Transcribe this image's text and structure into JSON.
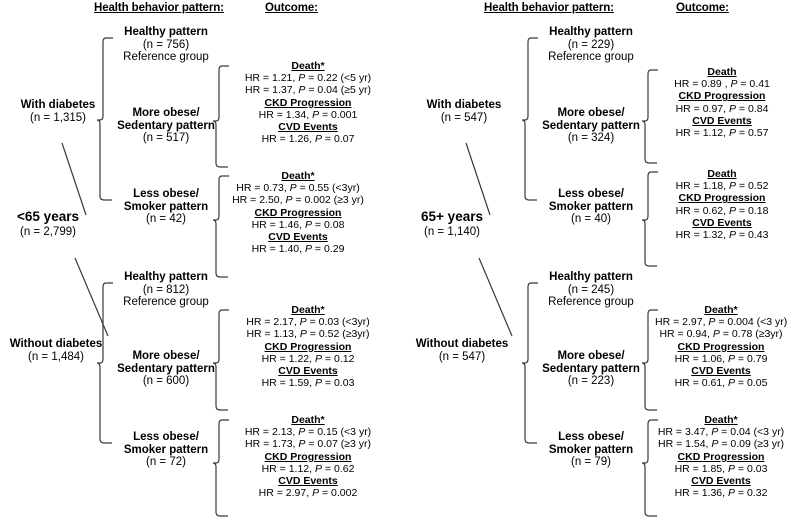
{
  "headers": {
    "left_behavior": "Health behavior pattern:",
    "left_outcome": "Outcome:",
    "right_behavior": "Health behavior pattern:",
    "right_outcome": "Outcome:"
  },
  "labels": {
    "reference_group": "Reference group",
    "death_star": "Death*",
    "death": "Death",
    "ckd": "CKD Progression",
    "cvd": "CVD Events"
  },
  "trees": [
    {
      "id": "under65",
      "root": {
        "name": "<65 years",
        "n": "(n = 2,799)"
      },
      "branches": [
        {
          "id": "with-diabetes",
          "name": "With diabetes",
          "n": "(n = 1,315)",
          "patterns": [
            {
              "id": "healthy",
              "line1": "Healthy pattern",
              "line2": "",
              "n": "(n = 756)",
              "reference": "Reference group",
              "outcome": null
            },
            {
              "id": "more-obese-sedentary",
              "line1": "More obese/",
              "line2": "Sedentary pattern",
              "n": "(n = 517)",
              "reference": "",
              "outcome": {
                "death_title": "Death*",
                "death_rows": [
                  "HR = 1.21, P = 0.22 (<5 yr)",
                  "HR = 1.37, P = 0.04 (≥5 yr)"
                ],
                "ckd_title": "CKD Progression",
                "ckd_rows": [
                  "HR = 1.34, P = 0.001"
                ],
                "cvd_title": "CVD Events",
                "cvd_rows": [
                  "HR = 1.26, P = 0.07"
                ]
              }
            },
            {
              "id": "less-obese-smoker",
              "line1": "Less obese/",
              "line2": "Smoker pattern",
              "n": "(n = 42)",
              "reference": "",
              "outcome": {
                "death_title": "Death*",
                "death_rows": [
                  "HR = 0.73, P = 0.55 (<3yr)",
                  "HR = 2.50, P = 0.002 (≥3 yr)"
                ],
                "ckd_title": "CKD Progression",
                "ckd_rows": [
                  "HR = 1.46, P = 0.08"
                ],
                "cvd_title": "CVD Events",
                "cvd_rows": [
                  "HR = 1.40, P = 0.29"
                ]
              }
            }
          ]
        },
        {
          "id": "without-diabetes",
          "name": "Without diabetes",
          "n": "(n = 1,484)",
          "patterns": [
            {
              "id": "healthy",
              "line1": "Healthy pattern",
              "line2": "",
              "n": "(n = 812)",
              "reference": "Reference group",
              "outcome": null
            },
            {
              "id": "more-obese-sedentary",
              "line1": "More obese/",
              "line2": "Sedentary pattern",
              "n": "(n = 600)",
              "reference": "",
              "outcome": {
                "death_title": "Death*",
                "death_rows": [
                  "HR = 2.17, P = 0.03 (<3yr)",
                  "HR = 1.13, P = 0.52 (≥3yr)"
                ],
                "ckd_title": "CKD Progression",
                "ckd_rows": [
                  "HR = 1.22, P = 0.12"
                ],
                "cvd_title": "CVD Events",
                "cvd_rows": [
                  "HR = 1.59, P = 0.03"
                ]
              }
            },
            {
              "id": "less-obese-smoker",
              "line1": "Less obese/",
              "line2": "Smoker pattern",
              "n": "(n = 72)",
              "reference": "",
              "outcome": {
                "death_title": "Death*",
                "death_rows": [
                  "HR = 2.13, P = 0.15 (<3 yr)",
                  "HR = 1.73, P = 0.07 (≥3 yr)"
                ],
                "ckd_title": "CKD Progression",
                "ckd_rows": [
                  "HR = 1.12, P = 0.62"
                ],
                "cvd_title": "CVD Events",
                "cvd_rows": [
                  "HR = 2.97, P = 0.002"
                ]
              }
            }
          ]
        }
      ]
    },
    {
      "id": "over65",
      "root": {
        "name": "65+ years",
        "n": "(n = 1,140)"
      },
      "branches": [
        {
          "id": "with-diabetes",
          "name": "With diabetes",
          "n": "(n = 547)",
          "patterns": [
            {
              "id": "healthy",
              "line1": "Healthy pattern",
              "line2": "",
              "n": "(n = 229)",
              "reference": "Reference group",
              "outcome": null
            },
            {
              "id": "more-obese-sedentary",
              "line1": "More obese/",
              "line2": "Sedentary pattern",
              "n": "(n = 324)",
              "reference": "",
              "outcome": {
                "death_title": "Death",
                "death_rows": [
                  "HR = 0.89 , P = 0.41"
                ],
                "ckd_title": "CKD Progression",
                "ckd_rows": [
                  "HR = 0.97, P = 0.84"
                ],
                "cvd_title": "CVD Events",
                "cvd_rows": [
                  "HR = 1.12, P = 0.57"
                ]
              }
            },
            {
              "id": "less-obese-smoker",
              "line1": "Less obese/",
              "line2": "Smoker pattern",
              "n": "(n = 40)",
              "reference": "",
              "outcome": {
                "death_title": "Death",
                "death_rows": [
                  "HR = 1.18, P = 0.52"
                ],
                "ckd_title": "CKD Progression",
                "ckd_rows": [
                  "HR = 0.62, P = 0.18"
                ],
                "cvd_title": "CVD Events",
                "cvd_rows": [
                  "HR = 1.32, P = 0.43"
                ]
              }
            }
          ]
        },
        {
          "id": "without-diabetes",
          "name": "Without diabetes",
          "n": "(n = 547)",
          "patterns": [
            {
              "id": "healthy",
              "line1": "Healthy pattern",
              "line2": "",
              "n": "(n = 245)",
              "reference": "Reference group",
              "outcome": null
            },
            {
              "id": "more-obese-sedentary",
              "line1": "More obese/",
              "line2": "Sedentary pattern",
              "n": "(n = 223)",
              "reference": "",
              "outcome": {
                "death_title": "Death*",
                "death_rows": [
                  "HR = 2.97, P = 0.004 (<3 yr)",
                  "HR = 0.94, P = 0.78 (≥3yr)"
                ],
                "ckd_title": "CKD Progression",
                "ckd_rows": [
                  "HR = 1.06, P = 0.79"
                ],
                "cvd_title": "CVD Events",
                "cvd_rows": [
                  "HR = 0.61, P = 0.05"
                ]
              }
            },
            {
              "id": "less-obese-smoker",
              "line1": "Less obese/",
              "line2": "Smoker pattern",
              "n": "(n = 79)",
              "reference": "",
              "outcome": {
                "death_title": "Death*",
                "death_rows": [
                  "HR = 3.47, P = 0.04 (<3 yr)",
                  "HR = 1.54, P = 0.09 (≥3 yr)"
                ],
                "ckd_title": "CKD Progression",
                "ckd_rows": [
                  "HR = 1.85, P = 0.03"
                ],
                "cvd_title": "CVD Events",
                "cvd_rows": [
                  "HR = 1.36, P = 0.32"
                ]
              }
            }
          ]
        }
      ]
    }
  ]
}
